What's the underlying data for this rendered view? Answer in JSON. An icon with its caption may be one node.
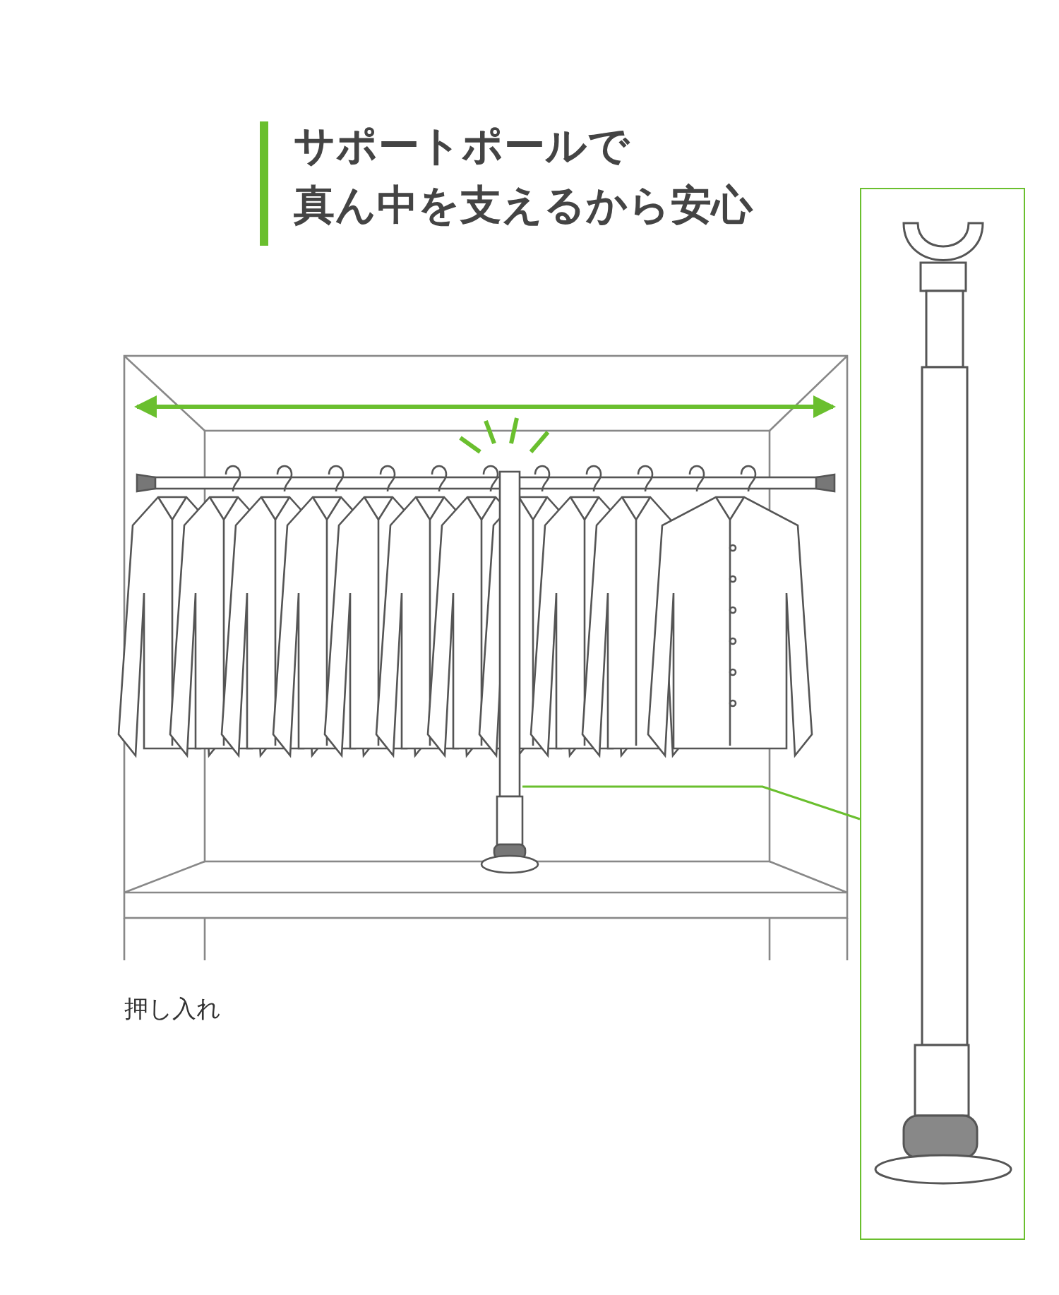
{
  "diagram": {
    "title": "サポートポールで真ん中を支えるから安心",
    "nodes": [
      {
        "text": [],
        "shape": "picture"
      },
      {
        "text": [],
        "shape": "box"
      }
    ],
    "edges": [
      {
        "from": 0,
        "to": 1,
        "arrow": "none"
      }
    ],
    "labels": [
      "押し入れ"
    ]
  }
}
